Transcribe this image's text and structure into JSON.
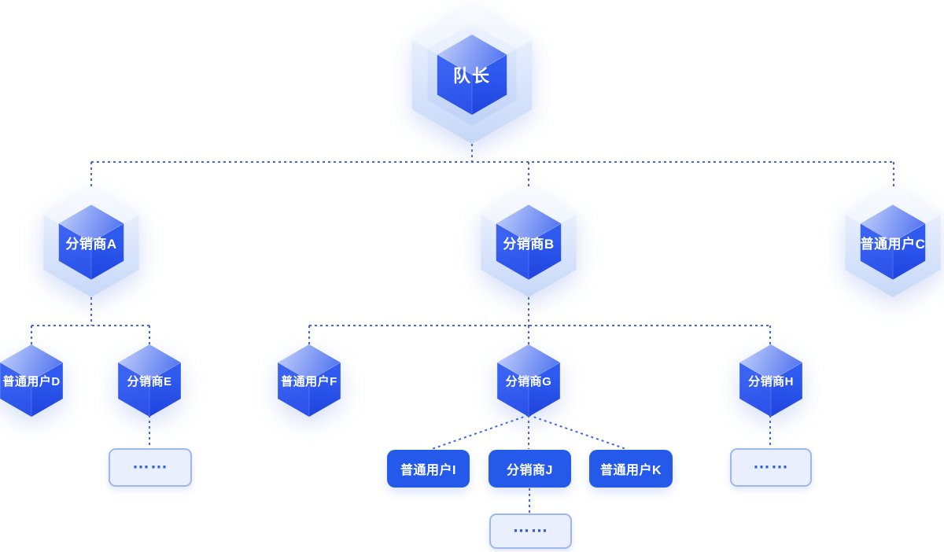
{
  "diagram": {
    "type": "hierarchy-tree",
    "nodes": {
      "leader": {
        "label": "队长",
        "role": "team-leader"
      },
      "a": {
        "label": "分销商A",
        "role": "distributor"
      },
      "b": {
        "label": "分销商B",
        "role": "distributor"
      },
      "c": {
        "label": "普通用户C",
        "role": "regular-user"
      },
      "d": {
        "label": "普通用户D",
        "role": "regular-user"
      },
      "e": {
        "label": "分销商E",
        "role": "distributor"
      },
      "f": {
        "label": "普通用户F",
        "role": "regular-user"
      },
      "g": {
        "label": "分销商G",
        "role": "distributor"
      },
      "h": {
        "label": "分销商H",
        "role": "distributor"
      },
      "i": {
        "label": "普通用户I",
        "role": "regular-user"
      },
      "j": {
        "label": "分销商J",
        "role": "distributor"
      },
      "k": {
        "label": "普通用户K",
        "role": "regular-user"
      }
    },
    "ellipsis": {
      "e_children": "……",
      "h_children": "……",
      "j_children": "……"
    },
    "edges": [
      [
        "leader",
        "a"
      ],
      [
        "leader",
        "b"
      ],
      [
        "leader",
        "c"
      ],
      [
        "a",
        "d"
      ],
      [
        "a",
        "e"
      ],
      [
        "b",
        "f"
      ],
      [
        "b",
        "g"
      ],
      [
        "b",
        "h"
      ],
      [
        "e",
        "e_children"
      ],
      [
        "g",
        "i"
      ],
      [
        "g",
        "j"
      ],
      [
        "g",
        "k"
      ],
      [
        "h",
        "h_children"
      ],
      [
        "j",
        "j_children"
      ]
    ],
    "colors": {
      "connector": "#4466e6",
      "node_blue": "#2559ea",
      "cube_light_face": "#b7c7f8",
      "shell_light": "#eff4fe",
      "placeholder_fill": "#e9effd",
      "placeholder_border": "#9db8f0",
      "ellipsis_dot": "#2d5fd8",
      "label_text": "#ffffff",
      "background": "#ffffff"
    }
  }
}
